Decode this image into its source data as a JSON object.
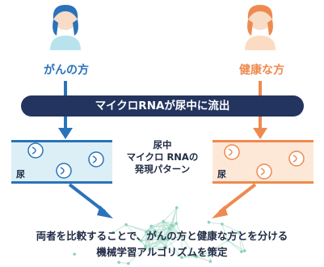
{
  "left_person": {
    "label": "がんの方",
    "color": "#2a73ba",
    "icon": "person-icon"
  },
  "right_person": {
    "label": "健康な方",
    "color": "#ee8a50",
    "icon": "person-icon"
  },
  "banner": {
    "text": "マイクロRNAが尿中に流出",
    "color": "#23355f"
  },
  "left_tube": {
    "tag": "尿",
    "fill": "#dceff6"
  },
  "right_tube": {
    "tag": "尿",
    "fill": "#fde8d8"
  },
  "center_note": [
    "尿中",
    "マイクロ RNAの",
    "発現パターン"
  ],
  "conclusion": [
    "両者を比較することで、がんの方と健康な方とを分ける",
    "機械学習アルゴリズムを策定"
  ]
}
